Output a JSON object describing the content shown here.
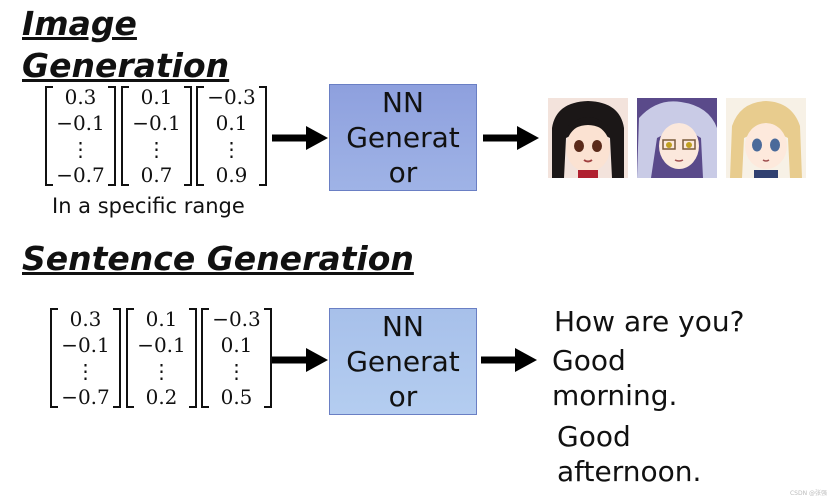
{
  "image_section": {
    "heading_line1": "Image",
    "heading_line2": "Generation",
    "vectors": [
      [
        "0.3",
        "−0.1",
        "⋮",
        "−0.7"
      ],
      [
        "0.1",
        "−0.1",
        "⋮",
        "0.7"
      ],
      [
        "−0.3",
        "0.1",
        "⋮",
        "0.9"
      ]
    ],
    "range_caption": "In a specific range",
    "generator_lines": [
      "NN",
      "Generat",
      "or"
    ]
  },
  "sentence_section": {
    "heading": "Sentence Generation",
    "vectors": [
      [
        "0.3",
        "−0.1",
        "⋮",
        "−0.7"
      ],
      [
        "0.1",
        "−0.1",
        "⋮",
        "0.2"
      ],
      [
        "−0.3",
        "0.1",
        "⋮",
        "0.5"
      ]
    ],
    "generator_lines": [
      "NN",
      "Generat",
      "or"
    ],
    "outputs": [
      "How are you?",
      "Good morning.",
      "Good afternoon."
    ]
  },
  "colors": {
    "generator_top": "#8ea0de",
    "generator_bottom": "#a8c0ea",
    "arrow": "#000000"
  },
  "watermark": "CSDN @张强"
}
